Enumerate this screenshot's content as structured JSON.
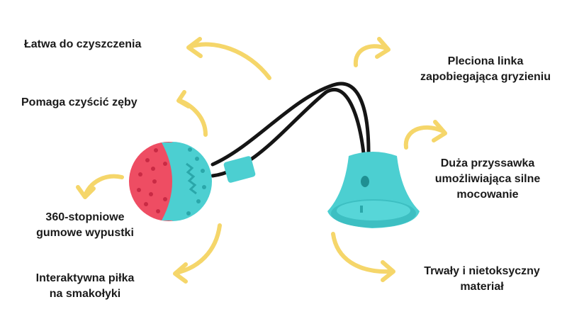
{
  "features": {
    "easy_clean": [
      "Łatwa do czyszczenia"
    ],
    "teeth": [
      "Pomaga czyścić zęby"
    ],
    "nubs": [
      "360-stopniowe",
      "gumowe wypustki"
    ],
    "treat_ball": [
      "Interaktywna piłka",
      "na smakołyki"
    ],
    "rope": [
      "Pleciona linka",
      "zapobiegająca gryzieniu"
    ],
    "suction": [
      "Duża przyssawka",
      "umożliwiająca silne",
      "mocowanie"
    ],
    "material": [
      "Trwały i nietoksyczny",
      "materiał"
    ]
  },
  "colors": {
    "arrow": "#F5D66A",
    "teal": "#4CCFD1",
    "red": "#EE4D63",
    "rope": "#151515"
  }
}
